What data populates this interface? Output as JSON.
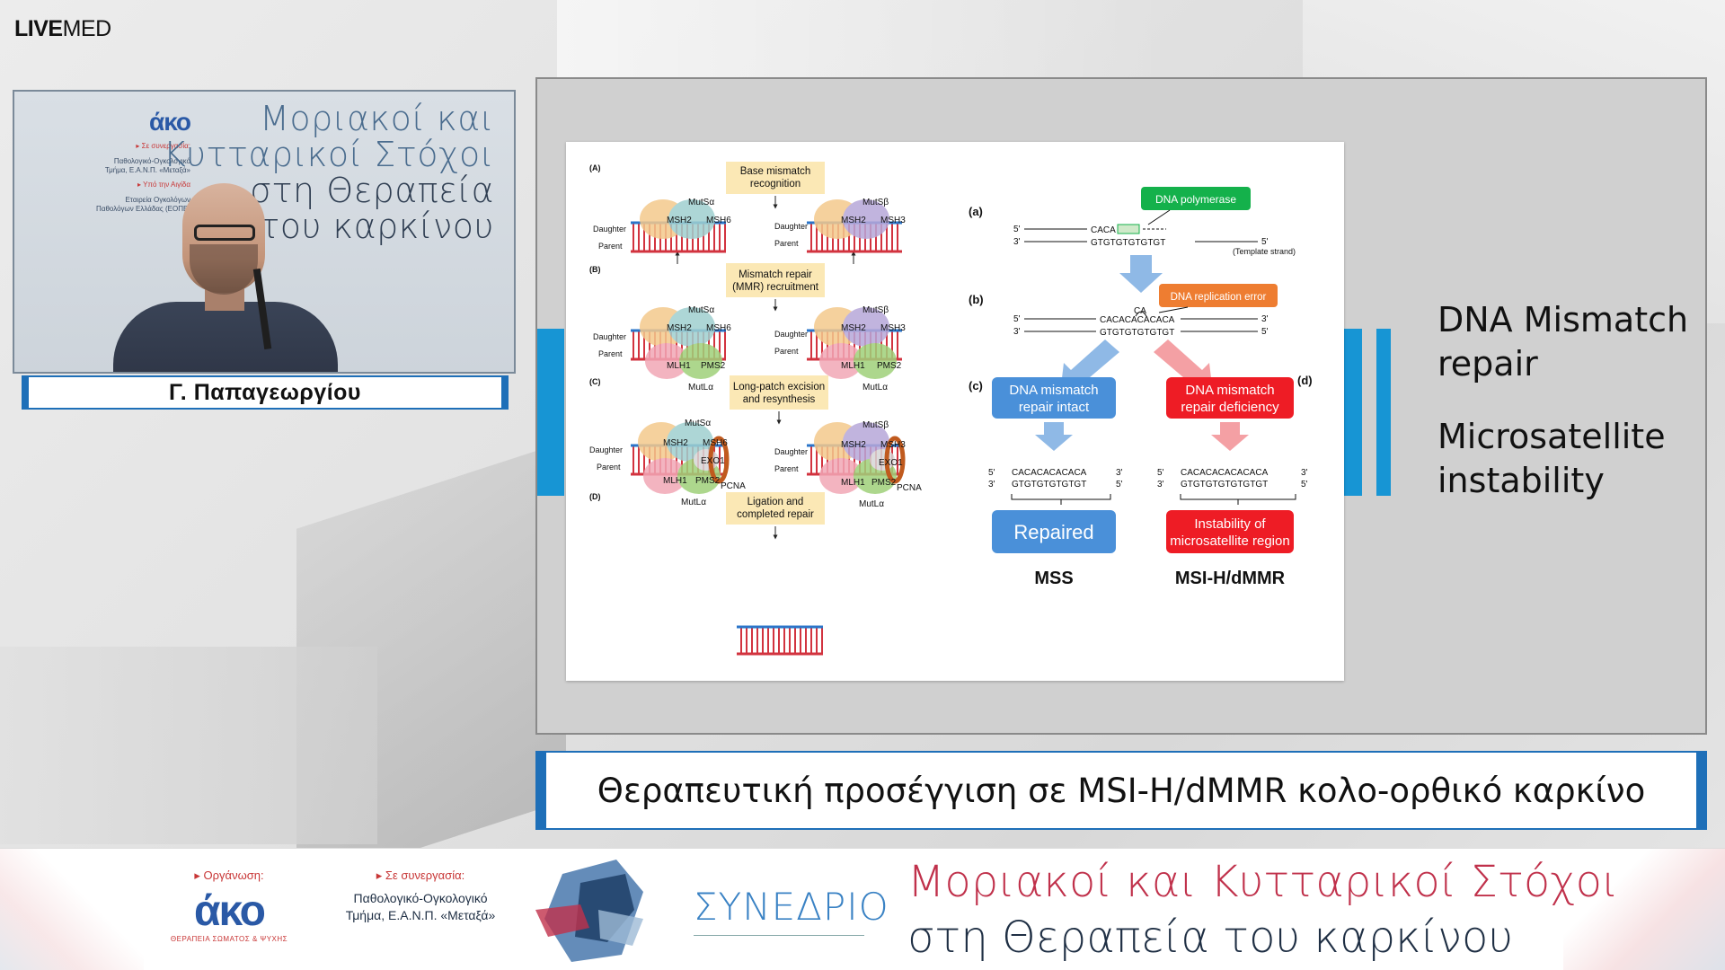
{
  "brand": {
    "bold": "LIVE",
    "regular": "MED"
  },
  "camera": {
    "backdrop_lines": [
      "Μοριακοί και",
      "Κυτταρικοί Στόχοι",
      "στη Θεραπεία",
      "του καρκίνου"
    ],
    "org_logo": "άκο",
    "org_lines": [
      "▸ Σε συνεργασία:",
      "Παθολογικό-Ογκολογικό",
      "Τμήμα, Ε.Α.Ν.Π. «Μεταξά»",
      "▸ Υπό την Αιγίδα",
      "Εταιρεία Ογκολόγων",
      "Παθολόγων Ελλάδας (ΕΟΠΕ)"
    ]
  },
  "speaker": {
    "name": "Γ. Παπαγεωργίου"
  },
  "slide": {
    "bullets": [
      {
        "line1": "DNA Mismatch",
        "line2": "repair"
      },
      {
        "line1": "Microsatellite",
        "line2": "instability"
      }
    ],
    "figure": {
      "left": {
        "panel_labels": [
          "(A)",
          "(B)",
          "(C)",
          "(D)"
        ],
        "steps": [
          {
            "line1": "Base mismatch",
            "line2": "recognition"
          },
          {
            "line1": "Mismatch repair",
            "line2": "(MMR) recruitment"
          },
          {
            "line1": "Long-patch excision",
            "line2": "and resynthesis"
          },
          {
            "line1": "Ligation and",
            "line2": "completed repair"
          }
        ],
        "complexes": {
          "mutsa": "MutSα",
          "mutsb": "MutSβ",
          "mutla": "MutLα",
          "msh2": "MSH2",
          "msh6": "MSH6",
          "msh3": "MSH3",
          "mlh1": "MLH1",
          "pms2": "PMS2",
          "exo1": "EXO1",
          "pcna": "PCNA"
        },
        "strands": {
          "daughter": "Daughter",
          "parent": "Parent"
        }
      },
      "right": {
        "panel_labels": [
          "(a)",
          "(b)",
          "(c)",
          "(d)"
        ],
        "dna_polymerase": "DNA polymerase",
        "replication_error": "DNA replication error",
        "five_prime": "5'",
        "three_prime": "3'",
        "template_strand": "(Template strand)",
        "seq_a_top": "CACA",
        "seq_a_bottom": "GTGTGTGTGTGT",
        "seq_b_loop": "CA",
        "seq_b_top": "CACACACACACA",
        "seq_b_bottom": "GTGTGTGTGTGT",
        "intact": {
          "line1": "DNA mismatch",
          "line2": "repair intact"
        },
        "deficiency": {
          "line1": "DNA mismatch",
          "line2": "repair deficiency"
        },
        "mss_top": "CACACACACACA",
        "mss_bottom": "GTGTGTGTGTGT",
        "msi_top": "CACACACACACACA",
        "msi_bottom": "GTGTGTGTGTGTGT",
        "repaired": "Repaired",
        "instability": {
          "line1": "Instability of",
          "line2": "microsatellite region"
        },
        "mss": "MSS",
        "msi": "MSI-H/dMMR"
      }
    }
  },
  "title": "Θεραπευτική προσέγγιση σε MSI-H/dMMR κολο-ορθικό καρκίνο",
  "footer": {
    "org_highlight": "▸ Οργάνωση:",
    "org_logo": "άκο",
    "org_sub": "ΘΕΡΑΠΕΙΑ ΣΩΜΑΤΟΣ & ΨΥΧΗΣ",
    "collab_highlight": "▸ Σε συνεργασία:",
    "collab_line1": "Παθολογικό-Ογκολογικό",
    "collab_line2": "Τμήμα, Ε.Α.Ν.Π. «Μεταξά»",
    "conference": "ΣΥΝΕΔΡΙΟ",
    "title_line1": "Μοριακοί και Κυτταρικοί Στόχοι",
    "title_line2": "στη Θεραπεία του καρκίνου"
  },
  "colors": {
    "accent_blue": "#1795d4",
    "green_box": "#14b14b",
    "orange_box": "#ee7d31",
    "blue_box": "#4a90d9",
    "red_box": "#ee1c25",
    "step_box": "#fbe8b5"
  }
}
